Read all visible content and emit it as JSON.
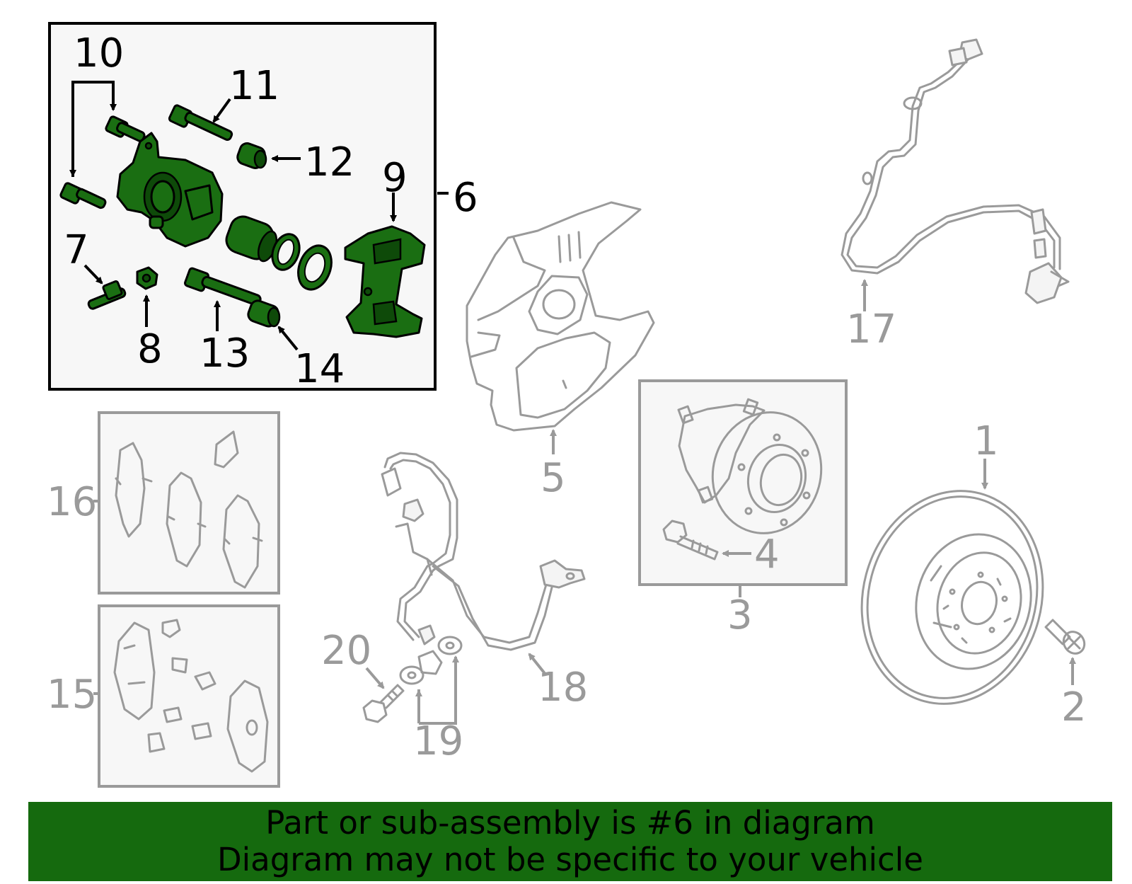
{
  "callouts": {
    "c1": "1",
    "c2": "2",
    "c3": "3",
    "c4": "4",
    "c5": "5",
    "c6": "6",
    "c7": "7",
    "c8": "8",
    "c9": "9",
    "c10": "10",
    "c11": "11",
    "c12": "12",
    "c13": "13",
    "c14": "14",
    "c15": "15",
    "c16": "16",
    "c17": "17",
    "c18": "18",
    "c19": "19",
    "c20": "20"
  },
  "highlighted_part": "6",
  "colors": {
    "highlight": "#1a6e12",
    "banner": "#156a0e",
    "inactive_part": "#9a9a9a",
    "box_fill": "#f7f7f7"
  },
  "banner": {
    "line1": "Part or sub-assembly is #6 in diagram",
    "line2": "Diagram may not be specific to your vehicle"
  }
}
